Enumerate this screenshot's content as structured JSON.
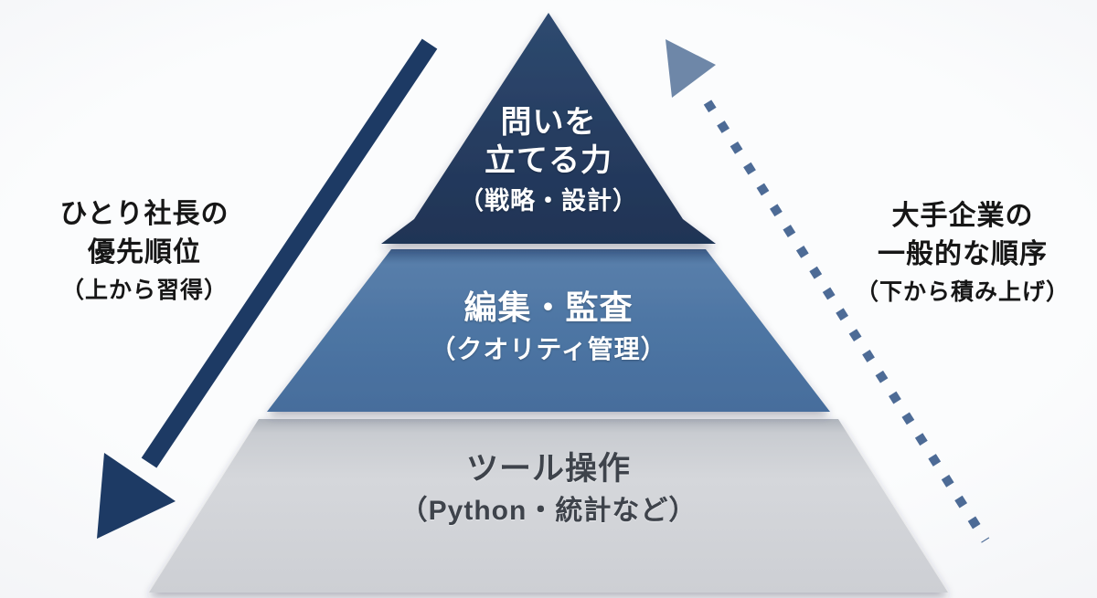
{
  "diagram": {
    "title": "skill-pyramid",
    "background_color": "#f7f8fa"
  },
  "pyramid": {
    "tiers": [
      {
        "id": "tier-top",
        "title_lines": [
          "問いを",
          "立てる力"
        ],
        "subtitle": "（戦略・設計）",
        "fill_color": "#24395c",
        "text_color": "#ffffff"
      },
      {
        "id": "tier-middle",
        "title_lines": [
          "編集・監査"
        ],
        "subtitle": "（クオリティ管理）",
        "fill_color": "#4e76a4",
        "text_color": "#ffffff"
      },
      {
        "id": "tier-bottom",
        "title_lines": [
          "ツール操作"
        ],
        "subtitle": "（Python・統計など）",
        "fill_color": "#d3d5d9",
        "text_color": "#3e434b"
      }
    ]
  },
  "left_annotation": {
    "lines": [
      "ひとり社長の",
      "優先順位",
      "（上から習得）"
    ],
    "arrow_style": "solid",
    "arrow_direction": "down",
    "arrow_color": "#1d3a64"
  },
  "right_annotation": {
    "lines": [
      "大手企業の",
      "一般的な順序",
      "（下から積み上げ）"
    ],
    "arrow_style": "dotted",
    "arrow_direction": "up",
    "arrow_head_color": "#6e87a8",
    "dot_color": "#4d6b96"
  }
}
